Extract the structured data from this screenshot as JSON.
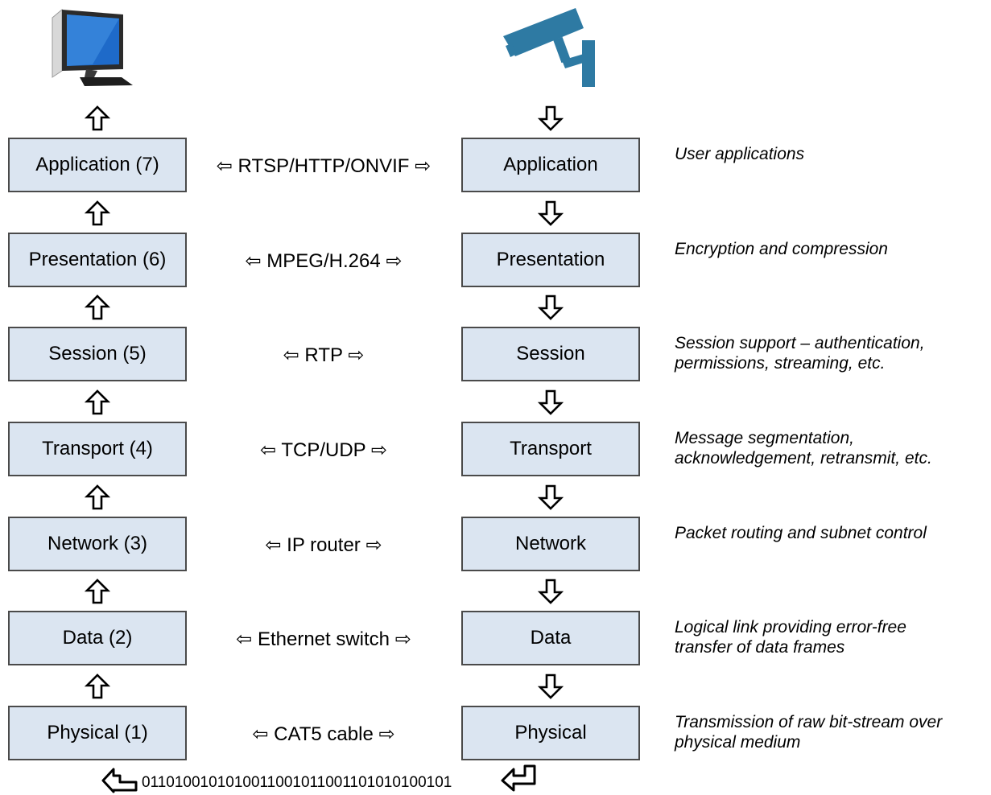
{
  "left_layers": [
    "Application (7)",
    "Presentation (6)",
    "Session (5)",
    "Transport (4)",
    "Network (3)",
    "Data (2)",
    "Physical (1)"
  ],
  "right_layers": [
    "Application",
    "Presentation",
    "Session",
    "Transport",
    "Network",
    "Data",
    "Physical"
  ],
  "protocols": [
    "⇦ RTSP/HTTP/ONVIF ⇨",
    "⇦ MPEG/H.264 ⇨",
    "⇦ RTP ⇨",
    "⇦ TCP/UDP ⇨",
    "⇦ IP router ⇨",
    "⇦ Ethernet switch ⇨",
    "⇦ CAT5 cable ⇨"
  ],
  "descriptions": [
    [
      "User applications"
    ],
    [
      "Encryption and compression"
    ],
    [
      "Session support – authentication,",
      "permissions, streaming, etc."
    ],
    [
      "Message segmentation,",
      "acknowledgement, retransmit, etc."
    ],
    [
      "Packet routing and subnet control"
    ],
    [
      "Logical link providing error-free",
      "transfer of data frames"
    ],
    [
      "Transmission of raw bit-stream over",
      "physical medium"
    ]
  ],
  "bitstream": "0110100101010011001011001101010100101",
  "icons": {
    "left": "computer-monitor-icon",
    "right": "security-camera-icon"
  },
  "colors": {
    "box_fill": "#dbe5f1",
    "camera": "#2e7aa3"
  }
}
